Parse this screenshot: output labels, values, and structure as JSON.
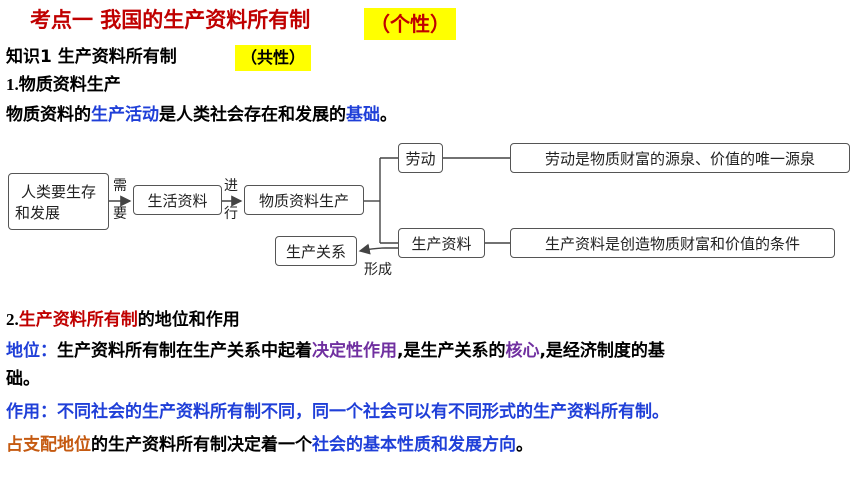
{
  "header": {
    "title": "考点一    我国的生产资料所有制",
    "title_highlight": "（个性）"
  },
  "knowledge1": {
    "label": "知识1    生产资料所有制",
    "highlight": "（共性）"
  },
  "section1": {
    "number": "1.",
    "title": "物质资料生产"
  },
  "para1": {
    "pre": "物质资料的",
    "em1": "生产活动",
    "mid": "是人类社会存在和发展的",
    "em2": "基础",
    "end": "。"
  },
  "diagram": {
    "box_human": "人类要生存和发展",
    "box_human_line1": "人类要生存",
    "box_human_line2": "和发展",
    "label_need1": "需",
    "label_need2": "要",
    "box_living": "生活资料",
    "label_proceed1": "进",
    "label_proceed2": "行",
    "box_production": "物质资料生产",
    "box_labor": "劳动",
    "box_labor_desc": "劳动是物质财富的源泉、价值的唯一源泉",
    "box_means": "生产资料",
    "box_means_desc": "生产资料是创造物质财富和价值的条件",
    "box_relations": "生产关系",
    "label_form": "形成"
  },
  "section2": {
    "number": "2.",
    "em": "生产资料所有制",
    "rest": "的地位和作用"
  },
  "position": {
    "label": "地位：",
    "pre": "生产资料所有制在生产关系中起着",
    "em1": "决定性作用",
    "mid": ",是生产关系的",
    "em2": "核心",
    "end_line1": ",是经济制度的基",
    "end_line2": "础。"
  },
  "role": {
    "text": "作用：不同社会的生产资料所有制不同，同一个社会可以有不同形式的生产资料所有制。"
  },
  "dominant": {
    "em1": "占支配地位",
    "mid": "的生产资料所有制决定着一个",
    "em2": "社会的基本性质和发展方向",
    "end": "。"
  },
  "colors": {
    "title_red": "#c00000",
    "highlight_yellow": "#ffff00",
    "blue": "#1f3fd8",
    "purple": "#7030a0",
    "orange": "#c55a11"
  }
}
